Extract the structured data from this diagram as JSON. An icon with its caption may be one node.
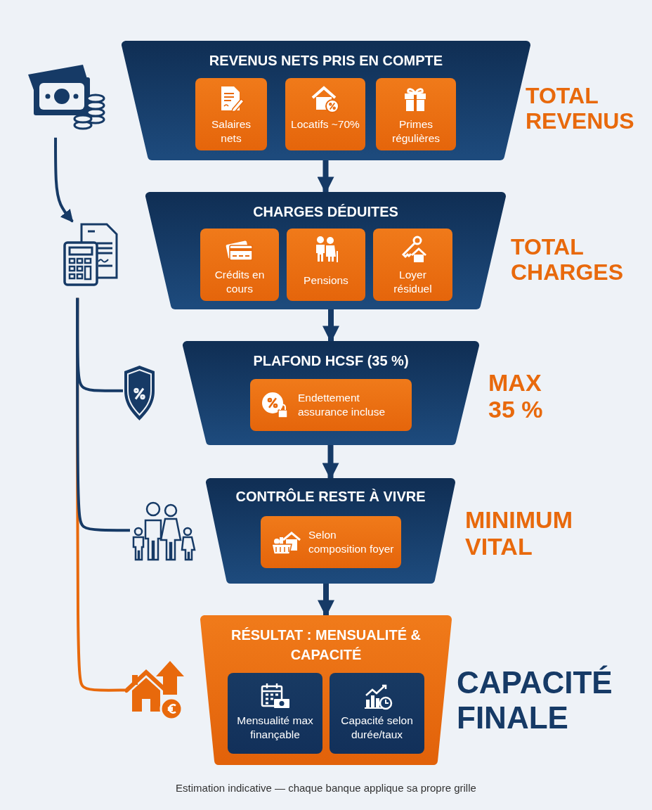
{
  "diagram": {
    "nodes": [
      {
        "text": [
          "REVENUS NETS PRIS EN COMPTE"
        ],
        "beside": [
          "TOTAL REVENUS"
        ]
      },
      {
        "text": [
          "Salaires nets"
        ],
        "in": 0
      },
      {
        "text": [
          "Locatifs ~70%"
        ],
        "in": 0
      },
      {
        "text": [
          "Primes régulières"
        ],
        "in": 0
      },
      {
        "text": [
          "CHARGES DÉDUITES"
        ],
        "beside": [
          "TOTAL CHARGES"
        ]
      },
      {
        "text": [
          "Crédits en cours"
        ],
        "in": 4
      },
      {
        "text": [
          "Pensions"
        ],
        "in": 4
      },
      {
        "text": [
          "Loyer résiduel"
        ],
        "in": 4
      },
      {
        "text": [
          "PLAFOND HCSF (35 %)"
        ],
        "beside": [
          "MAX 35 %"
        ]
      },
      {
        "text": [
          "Endettement assurance incluse"
        ],
        "in": 8
      },
      {
        "text": [
          "CONTRÔLE RESTE À VIVRE"
        ],
        "beside": [
          "MINIMUM VITAL"
        ]
      },
      {
        "text": [
          "Selon composition foyer"
        ],
        "in": 10
      },
      {
        "text": [
          "RÉSULTAT : MENSUALITÉ & CAPACITÉ"
        ],
        "beside": [
          "CAPACITÉ FINALE"
        ]
      },
      {
        "text": [
          "Mensualité max finançable"
        ],
        "in": 12
      },
      {
        "text": [
          "Capacité selon durée/taux"
        ],
        "in": 12
      },
      {
        "text": [],
        "shape": "picture"
      },
      {
        "text": [],
        "shape": "picture"
      },
      {
        "text": [],
        "shape": "picture"
      },
      {
        "text": [],
        "shape": "picture"
      },
      {
        "text": [],
        "shape": "picture"
      }
    ],
    "edges": [
      {
        "from": 0,
        "to": 4,
        "arrow": "to",
        "style": "thick"
      },
      {
        "from": 4,
        "to": 8,
        "arrow": "to",
        "style": "thick"
      },
      {
        "from": 8,
        "to": 10,
        "arrow": "to",
        "style": "thick"
      },
      {
        "from": 10,
        "to": 12,
        "arrow": "to",
        "style": "thick"
      },
      {
        "from": 15,
        "to": 16,
        "arrow": "to"
      },
      {
        "from": 16,
        "to": 17,
        "arrow": "none"
      },
      {
        "from": 16,
        "to": 18,
        "arrow": "none"
      },
      {
        "from": 16,
        "to": 19,
        "arrow": "none",
        "color": "#e8690c"
      }
    ],
    "caption": "Estimation indicative — chaque banque applique sa propre grille"
  }
}
